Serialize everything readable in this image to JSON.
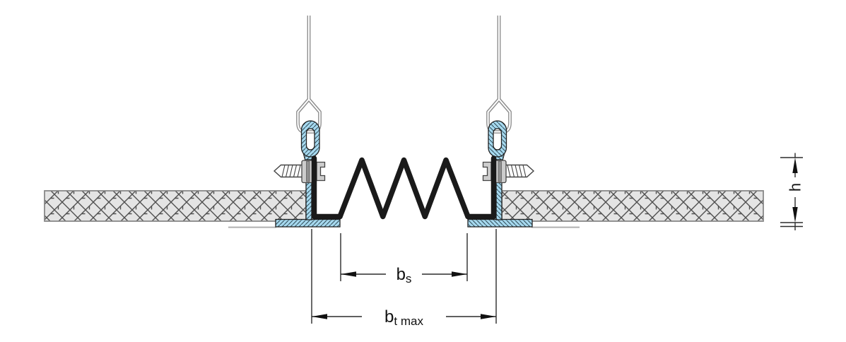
{
  "dimensions": {
    "slot_width": {
      "base": "b",
      "sub": "s"
    },
    "total_width_max": {
      "base": "b",
      "sub": "t max"
    },
    "height": {
      "label": "h"
    }
  },
  "colors": {
    "aluminum_profile_blue": "#a6d9ef",
    "seal_profile_black": "#1a1a1a",
    "panel_fill_gray": "#e4e4e4",
    "background": "#ffffff"
  }
}
